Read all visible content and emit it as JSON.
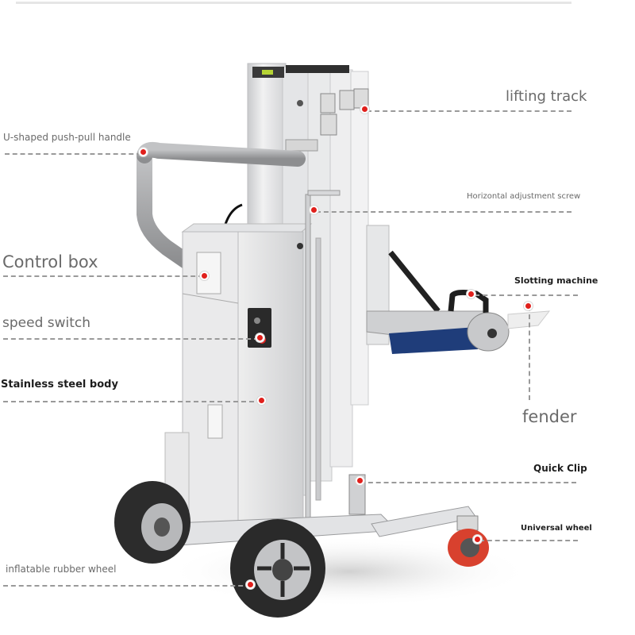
{
  "diagram": {
    "subject": "Wall slotting machine lifting cart",
    "labels": [
      {
        "id": "handle",
        "text": "U-shaped push-pull handle",
        "side": "left"
      },
      {
        "id": "lifting_track",
        "text": "lifting track",
        "side": "right"
      },
      {
        "id": "adjust_screw",
        "text": "Horizontal adjustment screw",
        "side": "right"
      },
      {
        "id": "control_box",
        "text": "Control box",
        "side": "left"
      },
      {
        "id": "slotting_machine",
        "text": "Slotting machine",
        "side": "right"
      },
      {
        "id": "speed_switch",
        "text": "speed switch",
        "side": "left"
      },
      {
        "id": "body",
        "text": "Stainless steel body",
        "side": "left"
      },
      {
        "id": "fender",
        "text": "fender",
        "side": "right"
      },
      {
        "id": "quick_clip",
        "text": "Quick Clip",
        "side": "right"
      },
      {
        "id": "universal_wheel",
        "text": "Universal wheel",
        "side": "right"
      },
      {
        "id": "rubber_wheel",
        "text": "inflatable rubber wheel",
        "side": "left"
      }
    ]
  },
  "colors": {
    "marker": "#e0201c",
    "leader": "#9a9a9a",
    "label_gray": "#6a6a6a",
    "label_dark": "#1d1d1d",
    "caster_red": "#d8412e",
    "steel": "#d9dadc",
    "handle_gray": "#a7a8aa",
    "tire": "#2c2c2c"
  }
}
